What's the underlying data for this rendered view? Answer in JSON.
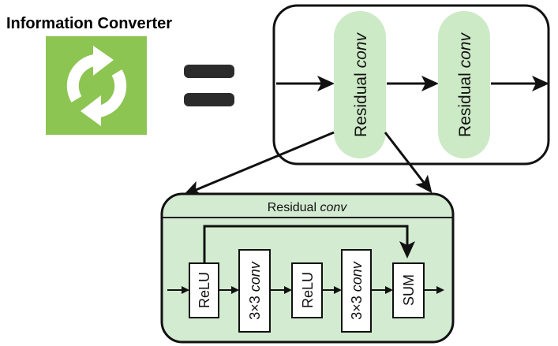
{
  "title": "Information Converter",
  "icon": {
    "name": "refresh-icon",
    "bg": "#8cc552",
    "fg": "#ffffff"
  },
  "equals_color": "#2b2b2b",
  "top_block": {
    "pills": [
      {
        "text": "Residual ",
        "italic": "conv"
      },
      {
        "text": "Residual ",
        "italic": "conv"
      }
    ]
  },
  "detail_block": {
    "title": {
      "text": "Residual ",
      "italic": "conv"
    },
    "boxes": [
      {
        "text": "ReLU",
        "italic": ""
      },
      {
        "text": "3×3 ",
        "italic": "conv"
      },
      {
        "text": "ReLU",
        "italic": ""
      },
      {
        "text": "3×3 ",
        "italic": "conv"
      },
      {
        "text": "SUM",
        "italic": ""
      }
    ]
  },
  "colors": {
    "pill_fill": "#cdeac7",
    "block_fill": "#d3ebd0",
    "stroke": "#111111"
  }
}
